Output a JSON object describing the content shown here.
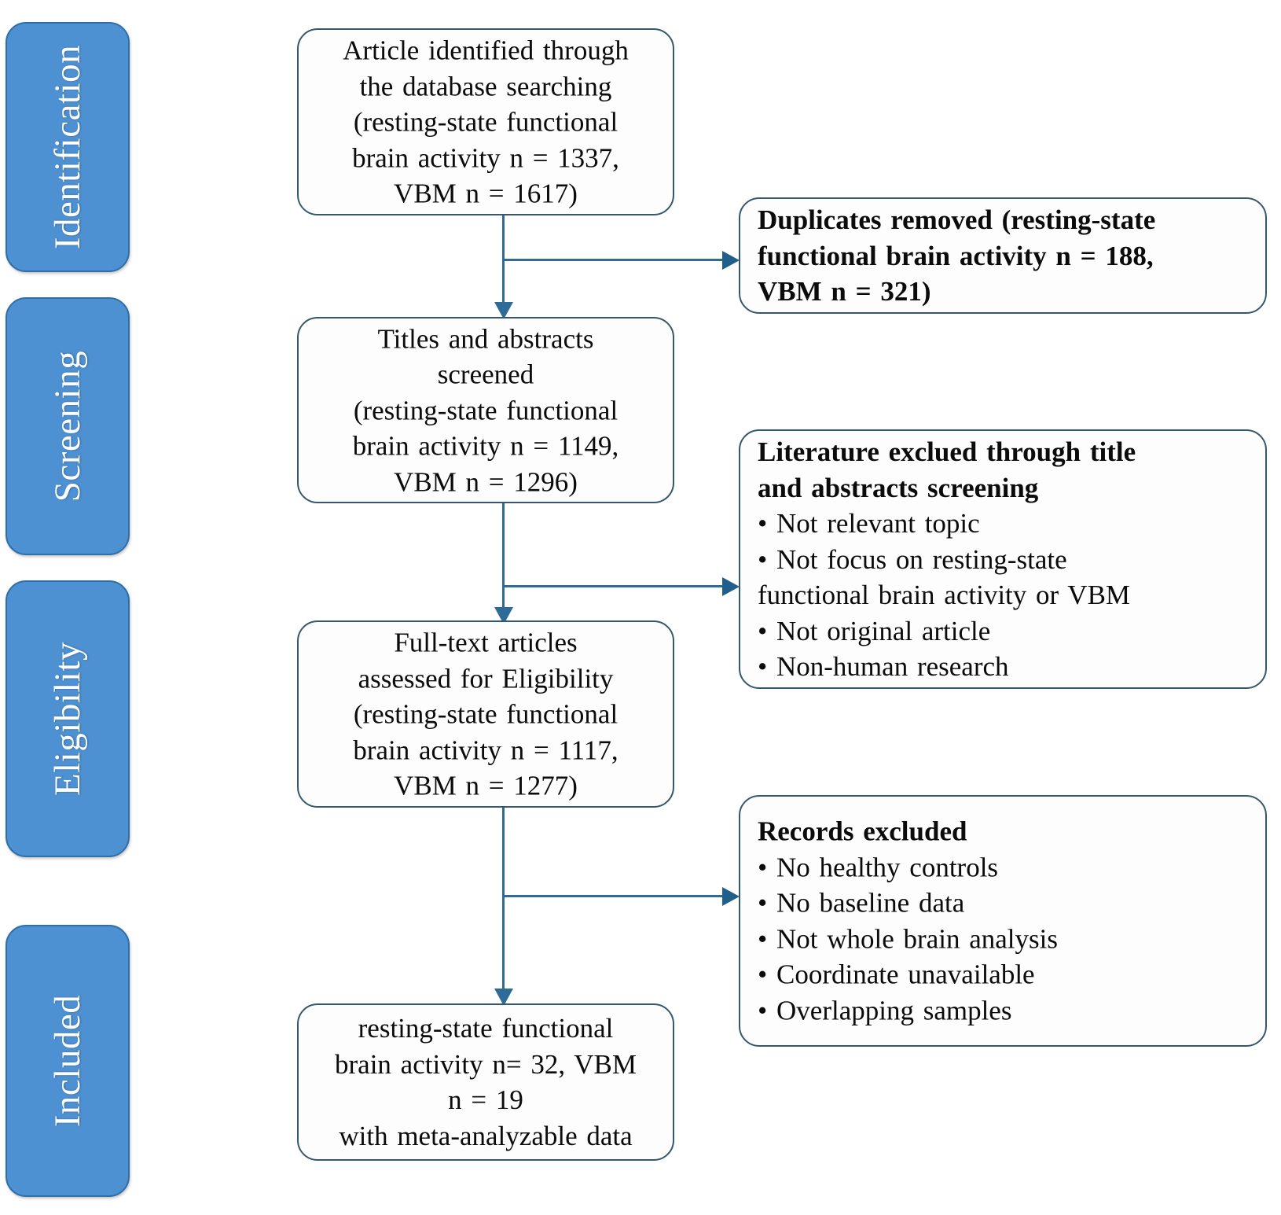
{
  "diagram": {
    "type": "prisma-flow-diagram",
    "accent_color": "#4e91d2",
    "box_border_color": "#35586e",
    "connector_color": "#2e6b96"
  },
  "stages": [
    {
      "label": "Identification"
    },
    {
      "label": "Screening"
    },
    {
      "label": "Eligibility"
    },
    {
      "label": "Included"
    }
  ],
  "main_boxes": [
    {
      "name": "identified-records",
      "lines": [
        "Article  identified  through",
        "the database searching",
        "(resting-state  functional",
        "brain  activity  n = 1337,",
        "VBM n = 1617)"
      ]
    },
    {
      "name": "titles-abstracts-screened",
      "lines": [
        "Titles  and abstracts",
        "screened",
        "(resting-state  functional",
        "brain  activity  n = 1149,",
        "VBM n = 1296)"
      ]
    },
    {
      "name": "full-text-assessed",
      "lines": [
        "Full-text  articles",
        "assessed for Eligibility",
        "(resting-state  functional",
        "brain  activity  n = 1117,",
        "VBM n = 1277)"
      ]
    },
    {
      "name": "included-studies",
      "lines": [
        "resting-state  functional",
        "brain  activity  n= 32, VBM",
        "n = 19",
        "with  meta-analyzable  data"
      ]
    }
  ],
  "exclusion_boxes": [
    {
      "name": "duplicates-removed",
      "heading_lines": [
        "Duplicates removed (resting-state",
        "functional  brain  activity  n = 188,",
        "VBM n = 321)"
      ],
      "items": []
    },
    {
      "name": "title-abstract-exclusions",
      "heading_lines": [
        "Literature  exclued through  title",
        "and  abstracts  screening"
      ],
      "items": [
        "• Not relevant  topic",
        "• Not focus  on resting-state",
        "functional  brain  activity  or  VBM",
        "• Not original  article",
        "• Non-human  research"
      ]
    },
    {
      "name": "fulltext-exclusions",
      "heading_lines": [
        "Records excluded"
      ],
      "items": [
        "• No healthy  controls",
        "• No baseline  data",
        "• Not whole  brain  analysis",
        "• Coordinate  unavailable",
        "• Overlapping  samples"
      ]
    }
  ]
}
